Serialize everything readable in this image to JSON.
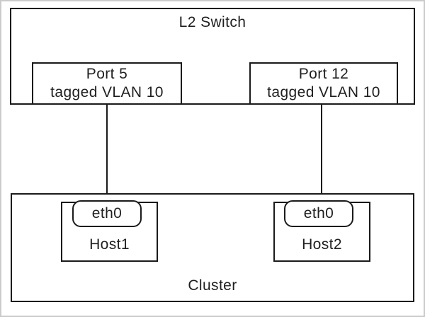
{
  "diagram": {
    "switch_label": "L2 Switch",
    "ports": [
      {
        "name": "Port 5",
        "tagging": "tagged VLAN 10"
      },
      {
        "name": "Port 12",
        "tagging": "tagged VLAN 10"
      }
    ],
    "hosts": [
      {
        "name": "Host1",
        "interface": "eth0"
      },
      {
        "name": "Host2",
        "interface": "eth0"
      }
    ],
    "cluster_label": "Cluster",
    "colors": {
      "line": "#1a1a1a",
      "text": "#1f1f1f",
      "background": "#ffffff",
      "outer_border": "#cbcbcb"
    }
  }
}
